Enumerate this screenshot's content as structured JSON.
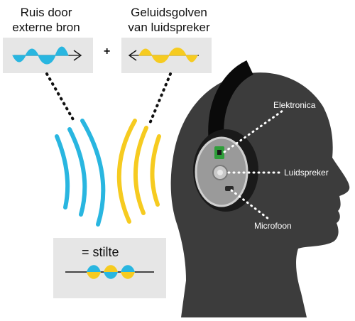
{
  "labels": {
    "external_noise": [
      "Ruis door",
      "externe bron"
    ],
    "speaker_waves": [
      "Geluidsgolven",
      "van luidspreker"
    ],
    "plus": "+",
    "result": "= stilte"
  },
  "headphone_parts": {
    "electronics": "Elektronica",
    "speaker": "Luidspreker",
    "microphone": "Microfoon"
  },
  "colors": {
    "noise_wave": "#29b6e0",
    "anti_wave": "#f6cb20",
    "head": "#3c3c3c",
    "panel": "#e6e6e6",
    "dots": "#111111",
    "part_dots": "#ffffff"
  }
}
